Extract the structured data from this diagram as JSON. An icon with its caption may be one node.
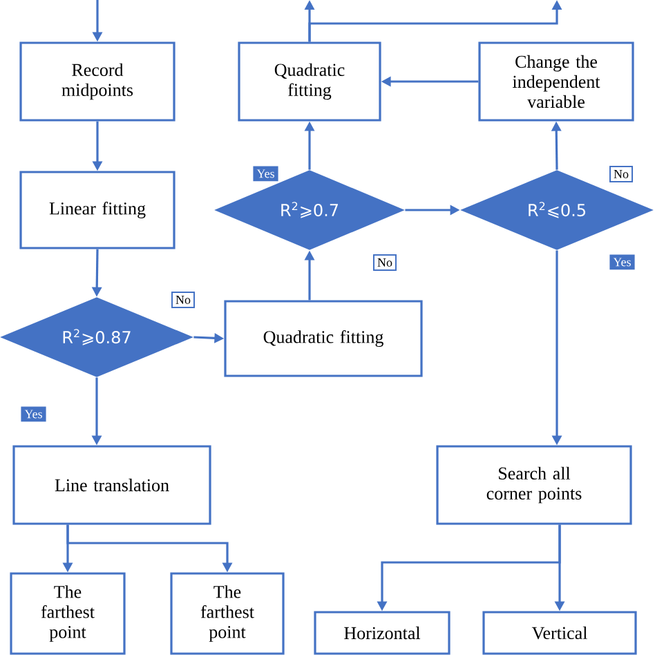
{
  "diagram": {
    "nodes": [
      {
        "text": [
          "Record midpoints"
        ]
      },
      {
        "text": [
          "Linear fitting"
        ]
      },
      {
        "text": [
          "R$^{2}$⩾0.87"
        ]
      },
      {
        "text": [
          "Quadratic fitting"
        ]
      },
      {
        "text": [
          "Quadratic fitting"
        ]
      },
      {
        "text": [
          "R$^{2}$⩾0.7"
        ]
      },
      {
        "text": [
          "Change the independent variable"
        ]
      },
      {
        "text": [
          "R$^{2}$⩽0.5"
        ]
      },
      {
        "text": [
          "Line translation"
        ]
      },
      {
        "text": [
          "The farthest point"
        ]
      },
      {
        "text": [
          "The farthest point"
        ]
      },
      {
        "text": [
          "Search all corner points"
        ]
      },
      {
        "text": [
          "Horizontal"
        ]
      },
      {
        "text": [
          "Vertical"
        ]
      }
    ],
    "edges": [
      {
        "from": null,
        "to": 0,
        "arrow": "to"
      },
      {
        "from": 0,
        "to": 1,
        "arrow": "to"
      },
      {
        "from": 1,
        "to": 2,
        "arrow": "to"
      },
      {
        "from": 2,
        "to": 3,
        "arrow": "to"
      },
      {
        "from": 3,
        "to": 5,
        "arrow": "to"
      },
      {
        "from": 5,
        "to": 4,
        "arrow": "to"
      },
      {
        "from": 5,
        "to": 7,
        "arrow": "to"
      },
      {
        "from": 7,
        "to": 6,
        "arrow": "to"
      },
      {
        "from": 6,
        "to": 4,
        "arrow": "to"
      },
      {
        "from": 7,
        "to": 11,
        "arrow": "to"
      },
      {
        "from": 2,
        "to": 8,
        "arrow": "to"
      },
      {
        "from": 8,
        "to": 9,
        "arrow": "to"
      },
      {
        "from": 8,
        "to": 10,
        "arrow": "to"
      },
      {
        "from": 11,
        "to": 12,
        "arrow": "to"
      },
      {
        "from": 11,
        "to": 13,
        "arrow": "to"
      },
      {
        "from": 4,
        "to": null,
        "arrow": "to"
      },
      {
        "from": 4,
        "to": null,
        "arrow": "to"
      }
    ],
    "labels": [
      "Yes",
      "No",
      "No",
      "Yes",
      "No",
      "Yes"
    ]
  }
}
